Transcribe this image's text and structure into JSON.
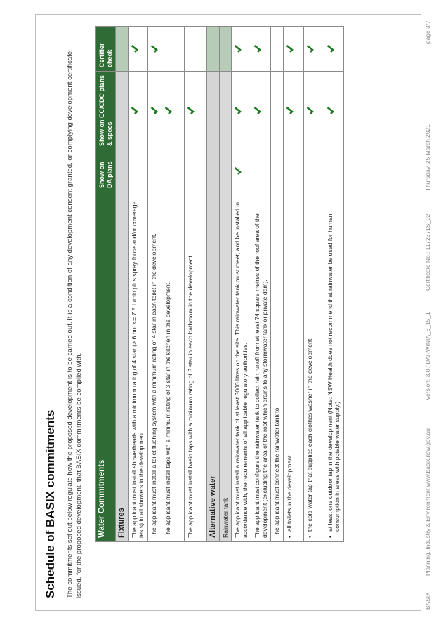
{
  "header": {
    "title": "Schedule of BASIX commitments",
    "intro": "The commitments set out below regulate how the proposed development is to be carried out. It is a condition of any development consent granted, or complying development certificate issued, for the proposed development, that BASIX commitments be complied with."
  },
  "table": {
    "col_headers": [
      "Water Commitments",
      "Show on DA plans",
      "Show on CC/CDC plans & specs",
      "Certifier check"
    ],
    "fixtures": {
      "section": "Fixtures",
      "rows": [
        {
          "text": "The applicant must install showerheads with a minimum rating of 4 star (> 6 but <= 7.5 L/min plus spray force and/or coverage tests) in all showers in the development."
        },
        {
          "text": "The applicant must install a toilet flushing system with a minimum rating of 4 star in each toilet in the development."
        },
        {
          "text": "The applicant must install taps with a minimum rating of 3 star in the kitchen in the development."
        },
        {
          "text": "The applicant must install basin taps with a minimum rating of 3 star in each bathroom in the development."
        }
      ]
    },
    "alternative": {
      "section": "Alternative water",
      "subsection": "Rainwater tank",
      "rows": [
        {
          "text": "The applicant must install a rainwater tank of at least 3000 litres on the site. This rainwater tank must meet, and be installed in accordance with, the requirements of all applicable regulatory authorities."
        },
        {
          "text": "The applicant must configure the rainwater tank to collect rain runoff from at least 74 square metres of the roof area of the development (excluding the area of the roof which drains to any stormwater tank or private dam)."
        },
        {
          "text": "The applicant must connect the rainwater tank to:"
        }
      ],
      "bullets": [
        {
          "text": "all toilets in the development"
        },
        {
          "text": "the cold water tap that supplies each clothes washer in the development"
        },
        {
          "text": "at least one outdoor tap in the development (Note: NSW Health does not recommend that rainwater be used for human consumption in areas with potable water supply.)"
        }
      ]
    }
  },
  "footer": {
    "basix": "BASIX",
    "dept": "Planning, Industry & Environment   www.basix.nsw.gov.au",
    "version": "Version: 3.0 / DARWINIA_3_15_1",
    "certificate": "Certificate No.: 1172371S_02",
    "date": "Thursday, 25 March 2021",
    "page": "page 3/7"
  },
  "colors": {
    "header_green": "#2f6b34",
    "section_green": "#b6ccb7",
    "tick_green": "#1f7a1f"
  },
  "icons": {
    "tick": "tick-icon"
  }
}
